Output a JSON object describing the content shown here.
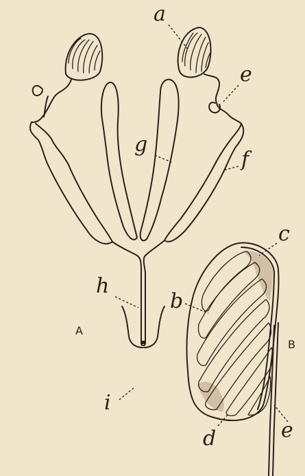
{
  "figure": {
    "panel_labels": {
      "A": "A",
      "B": "B"
    },
    "part_labels": {
      "a": "a",
      "b": "b",
      "c": "c",
      "d": "d",
      "e_upper": "e",
      "e_lower": "e",
      "f": "f",
      "g": "g",
      "h": "h",
      "i": "i"
    }
  }
}
